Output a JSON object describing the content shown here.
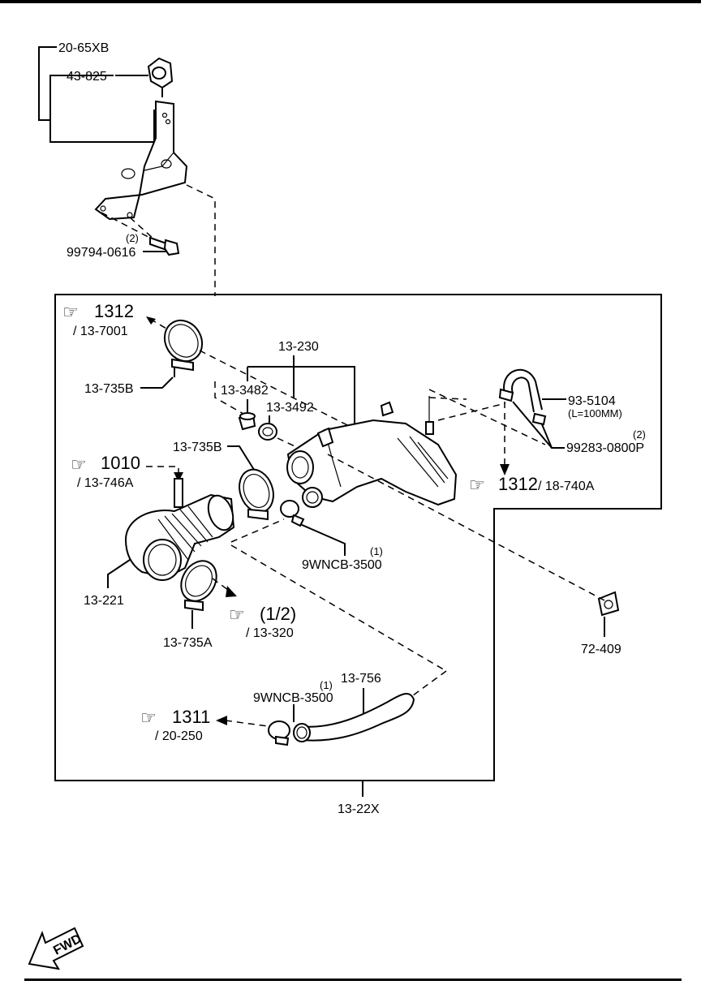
{
  "labels": {
    "p20_65xb": "20-65XB",
    "p43_825": "43-825",
    "qty_bolt": "(2)",
    "p99794": "99794-0616",
    "ref1312a": "1312",
    "ref1312a_sub": "/ 13-7001",
    "p13_735b_top": "13-735B",
    "p13_230": "13-230",
    "p13_3482": "13-3482",
    "p13_3492": "13-3492",
    "p93_5104": "93-5104",
    "p93_5104_len": "(L=100MM)",
    "qty_99283": "(2)",
    "p99283": "99283-0800P",
    "ref1312b": "1312",
    "ref1312b_sub": "/ 18-740A",
    "p13_735b_mid": "13-735B",
    "ref1010": "1010",
    "ref1010_sub": "/ 13-746A",
    "qty_9wncb_top": "(1)",
    "p9wncb_top": "9WNCB-3500",
    "p13_221": "13-221",
    "ref_half": "(1/2)",
    "ref_half_sub": "/ 13-320",
    "p13_735a": "13-735A",
    "p72_409": "72-409",
    "qty_9wncb_bot": "(1)",
    "p9wncb_bot": "9WNCB-3500",
    "p13_756": "13-756",
    "ref1311": "1311",
    "ref1311_sub": "/ 20-250",
    "p13_22x": "13-22X",
    "fwd": "FWD"
  }
}
